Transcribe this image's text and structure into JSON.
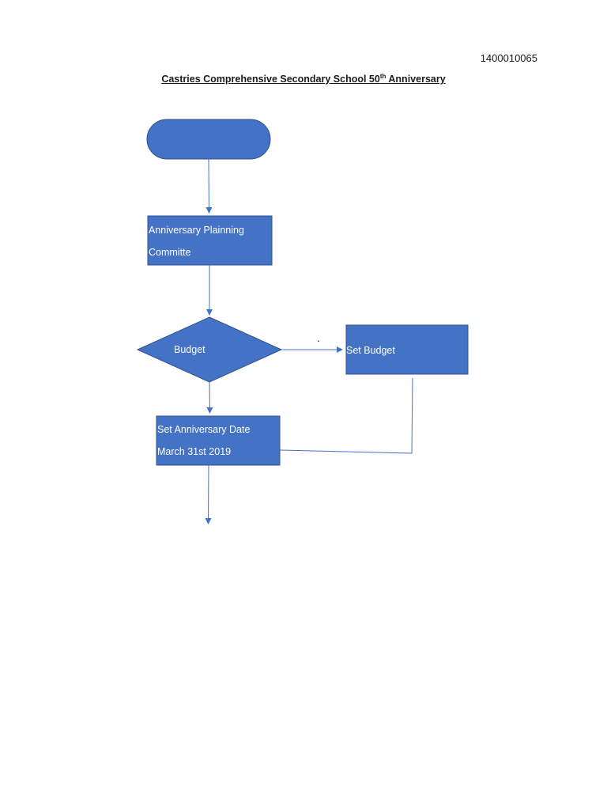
{
  "document": {
    "id_number": "1400010065",
    "title_main": "Castries Comprehensive Secondary School 50",
    "title_sup": "th",
    "title_end": " Anniversary"
  },
  "flowchart": {
    "start": {
      "label": ""
    },
    "committee": {
      "line1": "Anniversary Plainning",
      "line2": "Committe"
    },
    "decision": {
      "label": "Budget"
    },
    "set_budget": {
      "label": "Set Budget"
    },
    "set_date": {
      "line1": "Set Anniversary Date",
      "line2": "March 31st 2019"
    },
    "stray_mark": "."
  },
  "colors": {
    "shape_fill": "#4472C4",
    "shape_stroke": "#2F528F",
    "connector": "#4472C4",
    "text_on_shape": "#FFFFFF"
  }
}
